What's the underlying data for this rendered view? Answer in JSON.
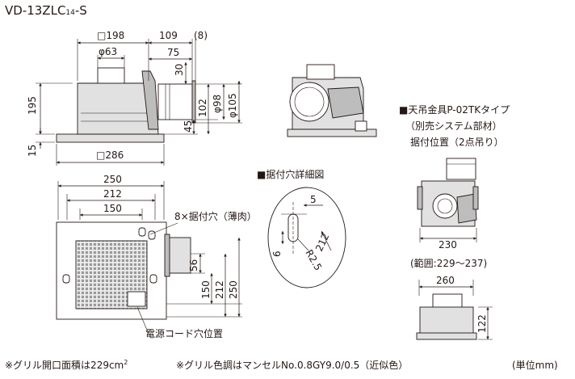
{
  "title": {
    "model": "VD-13ZLC",
    "model_sub": "14",
    "model_suffix": "-S"
  },
  "side_view": {
    "dim_198": "□198",
    "dim_109": "109",
    "dim_8": "(8)",
    "dim_phi63": "φ63",
    "dim_75": "75",
    "dim_30": "30",
    "dim_195": "195",
    "dim_102": "102",
    "dim_phi98": "φ98",
    "dim_phi105": "φ105",
    "dim_45": "45",
    "dim_15": "15",
    "dim_286": "□286"
  },
  "front_view": {},
  "hanger": {
    "heading": "■天吊金具P-02TKタイプ",
    "line2": "（別売システム部材）",
    "line3": "据付位置（2点吊り）",
    "dim_230": "230",
    "range_note": "(範囲:229～237)",
    "dim_260": "260",
    "dim_122": "122"
  },
  "plan_view": {
    "dim_250_top": "250",
    "dim_212_top": "212",
    "dim_150_top": "150",
    "mount_hole": "8×据付穴（薄肉）",
    "dim_56": "56",
    "dim_150_v": "150",
    "dim_212_v": "212",
    "dim_250_v": "250",
    "cord_label": "電源コード穴位置"
  },
  "detail": {
    "heading": "■据付穴詳細図",
    "dim_5": "5",
    "dim_6": "6",
    "dim_r25": "R2.5",
    "dim_212": "212"
  },
  "footer": {
    "note1_prefix": "※グリル開口面積は229cm",
    "note1_sup": "2",
    "note2": "※グリル色調はマンセルNo.0.8GY9.0/0.5（近似色）",
    "unit": "(単位mm)"
  },
  "colors": {
    "line": "#231815",
    "body": "#e1e1e1",
    "shade": "#bdbdbd"
  }
}
